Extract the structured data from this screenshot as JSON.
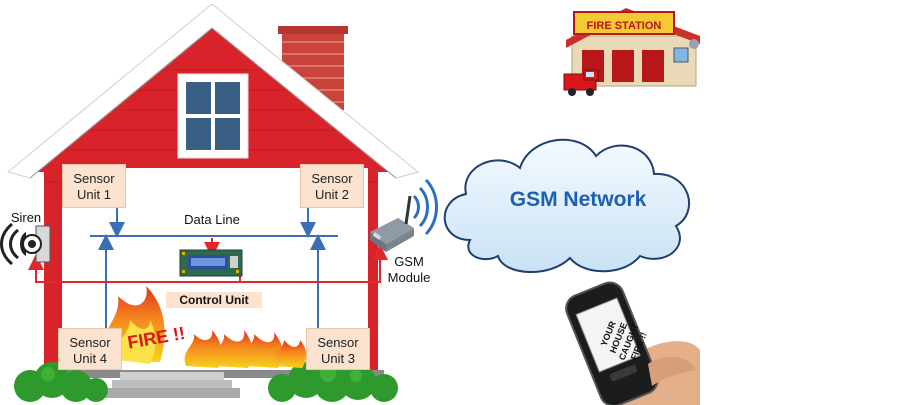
{
  "labels": {
    "sensor_unit_1": [
      "Sensor",
      "Unit 1"
    ],
    "sensor_unit_2": [
      "Sensor",
      "Unit 2"
    ],
    "sensor_unit_3": [
      "Sensor",
      "Unit 3"
    ],
    "sensor_unit_4": [
      "Sensor",
      "Unit 4"
    ],
    "data_line": "Data Line",
    "control_unit": "Control Unit",
    "siren": "Siren",
    "gsm_module": [
      "GSM",
      "Module"
    ],
    "gsm_network": "GSM Network",
    "fire_station": "FIRE STATION",
    "fire": "FIRE !!",
    "phone_message": [
      "YOUR",
      "HOUSE",
      "CAUGHT",
      "FIRE !!"
    ]
  },
  "colors": {
    "house_wall": "#d9232a",
    "roof_white": "#ffffff",
    "sensor_box": "#fbe3cf",
    "data_line": "#3a6fb7",
    "signal_line": "#e3262c",
    "gsm_text": "#1e5fb4",
    "cloud_fill": "#e6f2fb"
  },
  "icons": {
    "siren": "siren-icon",
    "gsm_module": "gsm-modem-icon",
    "control_unit": "control-board-icon",
    "fire_station": "fire-station-icon",
    "phone": "mobile-phone-icon",
    "cloud": "cloud-icon",
    "fire": "flame-icon"
  }
}
